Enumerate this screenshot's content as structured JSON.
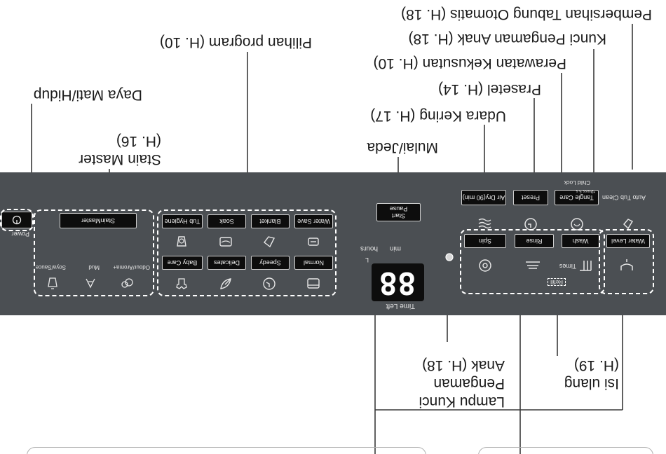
{
  "callouts": {
    "pembersihan": "Pembersihan Tabung Otomatis (H. 18)",
    "kunci_anak": "Kunci Pengaman Anak (H. 18)",
    "perawatan": "Perawatan Kekusutan (H. 10)",
    "prasetel": "Prasetel (H. 14)",
    "udara": "Udara Kering (H. 17)",
    "mulai": "Mulai/Jeda",
    "pilihan": "Pilihan program (H. 10)",
    "daya": "Daya Mati/Hidup",
    "stain_l1": "Stain Master",
    "stain_l2": "(H. 16)",
    "lampu_l1": "Lampu Kunci",
    "lampu_l2": "Pengaman",
    "lampu_l3": "Anak (H. 18)",
    "isi_l1": "Isi ulang",
    "isi_l2": "(H. 19)"
  },
  "panel": {
    "power_label": "Power",
    "stainmaster_button": "StainMaster",
    "stain_opts": [
      "Odour/Aroma+",
      "Mud",
      "Soya/Sauce"
    ],
    "program_row1": [
      "Water Save",
      "Blanket",
      "Soak",
      "Tub Hygiene"
    ],
    "program_row2": [
      "Normal",
      "Speedy",
      "Delicates",
      "Baby Care"
    ],
    "start_label": "Start",
    "pause_label": "Pause",
    "hours_label": "hours",
    "min_label": "min",
    "time_left_label": "Time Left",
    "display_value": "88",
    "top_row": [
      "Auto Tub Clean",
      "Tangle Care",
      "Preset",
      "Air Dry(90 min)"
    ],
    "child_lock_label": "Child Lock",
    "press_label": "*Press 5 s",
    "water_level_label": "Water Level",
    "wash_row": [
      "Wash",
      "Rinse",
      "Spin"
    ],
    "times_label": "Times",
    "refill_label": "Refill"
  }
}
